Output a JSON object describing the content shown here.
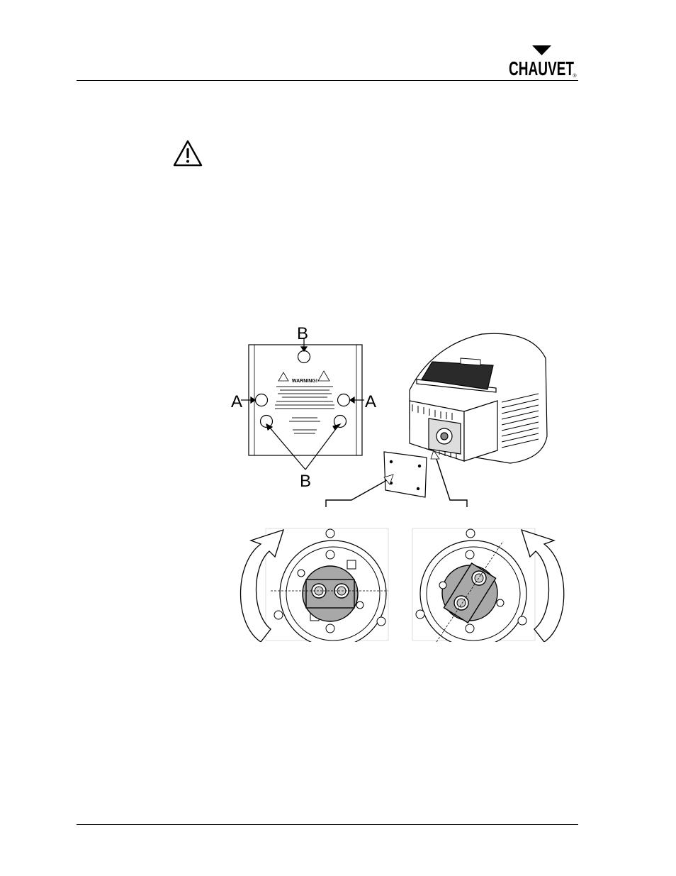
{
  "header": {
    "brand_logo_text": "CHAUVET",
    "registered_mark": "®"
  },
  "figure": {
    "plate_warning_title": "WARNING!",
    "callouts": {
      "b_top": "B",
      "a_left": "A",
      "a_right": "A",
      "b_bottom": "B"
    }
  },
  "colors": {
    "ink": "#000000",
    "hub_gray": "#a8a8a8",
    "screen_dark": "#2a2a2a"
  }
}
